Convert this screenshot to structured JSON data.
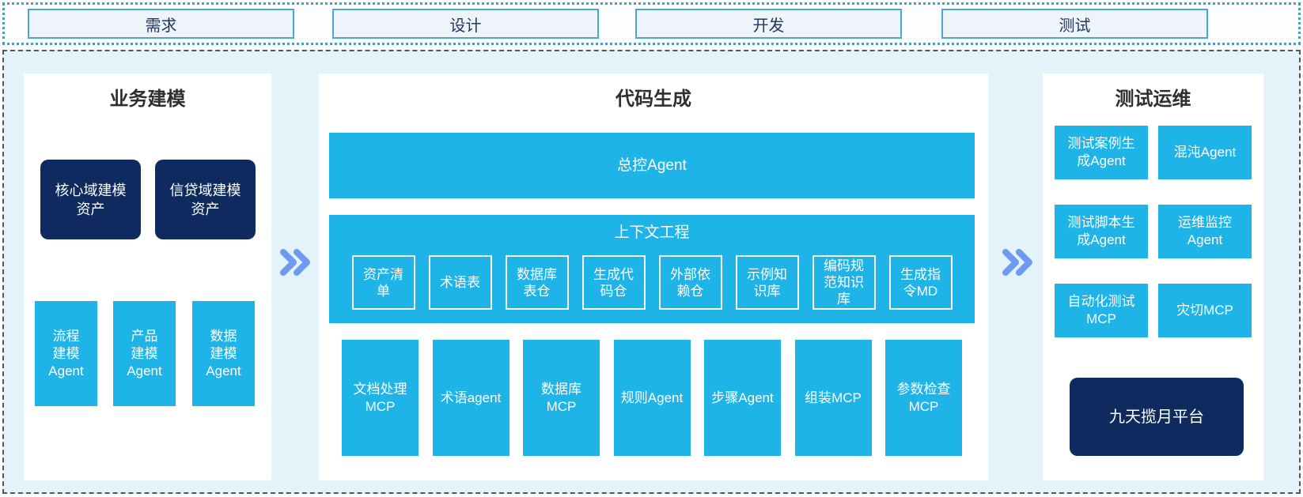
{
  "colors": {
    "cyan": "#1fb4e8",
    "navy": "#0e2a5e",
    "canvas_bg": "#e4f2fa",
    "chevron": "#6d9bf1",
    "phase_border": "#46a9d5",
    "dashed_border": "#455a64"
  },
  "phases": [
    {
      "label": "需求"
    },
    {
      "label": "设计"
    },
    {
      "label": "开发"
    },
    {
      "label": "测试"
    }
  ],
  "business": {
    "title": "业务建模",
    "assets": [
      {
        "label": "核心域建模资产"
      },
      {
        "label": "信贷域建模资产"
      }
    ],
    "agents": [
      {
        "label": "流程建模Agent"
      },
      {
        "label": "产品建模Agent"
      },
      {
        "label": "数据建模Agent"
      }
    ]
  },
  "codegen": {
    "title": "代码生成",
    "master_agent": "总控Agent",
    "context": {
      "title": "上下文工程",
      "items": [
        {
          "label": "资产清单"
        },
        {
          "label": "术语表"
        },
        {
          "label": "数据库表仓"
        },
        {
          "label": "生成代码仓"
        },
        {
          "label": "外部依赖仓"
        },
        {
          "label": "示例知识库"
        },
        {
          "label": "编码规范知识库"
        },
        {
          "label": "生成指令MD"
        }
      ]
    },
    "tools": [
      {
        "label": "文档处理MCP"
      },
      {
        "label": "术语agent"
      },
      {
        "label": "数据库MCP"
      },
      {
        "label": "规则Agent"
      },
      {
        "label": "步骤Agent"
      },
      {
        "label": "组装MCP"
      },
      {
        "label": "参数检查MCP"
      }
    ]
  },
  "testops": {
    "title": "测试运维",
    "cells": [
      {
        "label": "测试案例生成Agent"
      },
      {
        "label": "混沌Agent"
      },
      {
        "label": "测试脚本生成Agent"
      },
      {
        "label": "运维监控Agent"
      },
      {
        "label": "自动化测试MCP"
      },
      {
        "label": "灾切MCP"
      }
    ],
    "platform": {
      "label": "九天揽月平台"
    }
  },
  "icons": {
    "flow_arrow": "double-chevron-right"
  }
}
